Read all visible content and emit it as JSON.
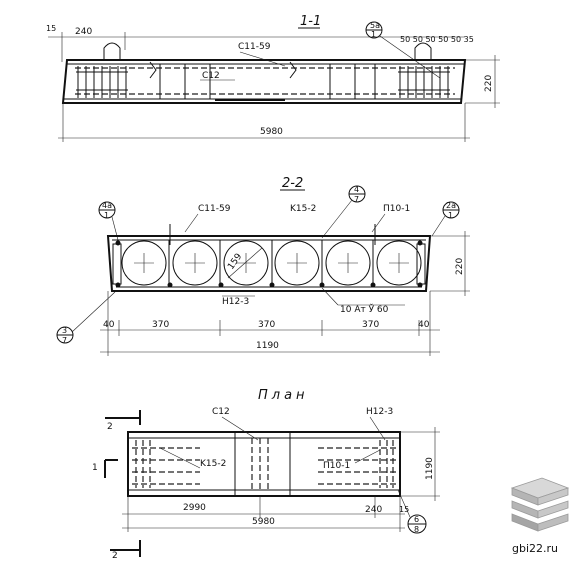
{
  "section_1": {
    "title": "1-1",
    "dim_left_small": "15",
    "dim_left": "240",
    "callout_top": "5a",
    "callout_bottom": "1",
    "dims_right": "50 50 50 50 50 35",
    "label_mesh": "C11-59",
    "label_frame": "C12",
    "height": "220",
    "length": "5980"
  },
  "section_2": {
    "title": "2-2",
    "callout_left_top": "4a",
    "callout_left_bottom": "1",
    "callout_right_top": "2a",
    "callout_right_bottom": "1",
    "callout_mid_top": "4",
    "callout_mid_bottom": "7",
    "callout_low_top": "3",
    "callout_low_bottom": "7",
    "label_mesh": "C11-59",
    "label_k": "K15-2",
    "label_p": "П10-1",
    "label_n": "Н12-3",
    "label_rebar": "10 Ат Ў 60",
    "hole_dia": "159",
    "height": "220",
    "dim_edge_left": "40",
    "dim_span_1": "370",
    "dim_span_2": "370",
    "dim_span_3": "370",
    "dim_edge_right": "40",
    "width": "1190"
  },
  "plan": {
    "title": "План",
    "section_mark": "2",
    "section_mark_bottom": "2",
    "cut_mark": "1",
    "label_frame": "C12",
    "label_n": "Н12-3",
    "label_k": "K15-2",
    "label_p": "П10-1",
    "dim_half": "2990",
    "length": "5980",
    "dim_end": "240",
    "dim_small": "15",
    "width": "1190",
    "callout_top": "6",
    "callout_bottom": "8"
  },
  "watermark": {
    "text": "gbi22.ru"
  }
}
